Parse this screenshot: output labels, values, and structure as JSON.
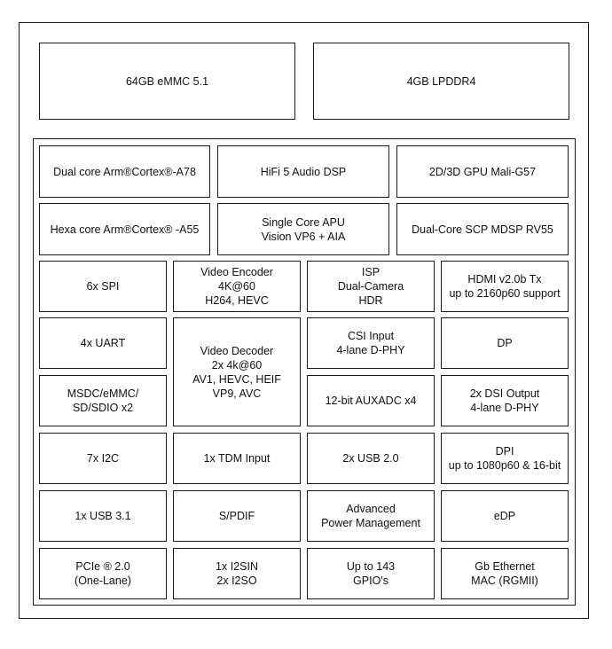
{
  "memory": {
    "emmc": "64GB eMMC 5.1",
    "lpddr": "4GB LPDDR4"
  },
  "soc_rows_top": [
    [
      "Dual core Arm®Cortex®-A78",
      "HiFi 5 Audio DSP",
      "2D/3D GPU Mali-G57"
    ],
    [
      "Hexa core Arm®Cortex® -A55",
      "Single Core APU\nVision VP6 + AIA",
      "Dual-Core SCP MDSP RV55"
    ]
  ],
  "blocks": {
    "spi": "6x SPI",
    "video_encoder": "Video Encoder\n4K@60\nH264, HEVC",
    "isp": "ISP\nDual-Camera\nHDR",
    "hdmi": "HDMI v2.0b Tx\nup to 2160p60 support",
    "uart": "4x UART",
    "video_decoder": "Video Decoder\n2x 4k@60\nAV1, HEVC, HEIF\nVP9, AVC",
    "csi": "CSI Input\n4-lane D-PHY",
    "dp": "DP",
    "msdc": "MSDC/eMMC/\nSD/SDIO x2",
    "auxadc": "12-bit AUXADC x4",
    "dsi": "2x DSI Output\n4-lane D-PHY",
    "i2c": "7x I2C",
    "tdm": "1x TDM Input",
    "usb2": "2x USB 2.0",
    "dpi": "DPI\nup to 1080p60 & 16-bit",
    "usb3": "1x USB 3.1",
    "spdif": "S/PDIF",
    "power": "Advanced\nPower Management",
    "edp": "eDP",
    "pcie": "PCIe ® 2.0\n(One-Lane)",
    "i2s": "1x I2SIN\n2x I2SO",
    "gpio": "Up to 143\nGPIO's",
    "ethernet": "Gb Ethernet\nMAC (RGMII)"
  }
}
